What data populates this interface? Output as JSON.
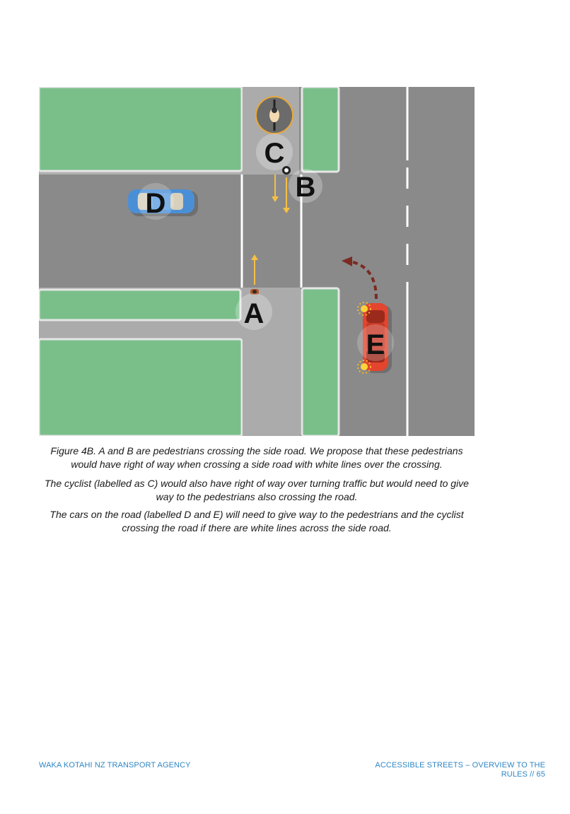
{
  "figure": {
    "labels": {
      "a": "A",
      "b": "B",
      "c": "C",
      "d": "D",
      "e": "E"
    },
    "colors": {
      "grass": "#7abf8a",
      "road": "#8a8a8a",
      "path": "#ababab",
      "arrow": "#f5c045",
      "turn_arrow": "#7a2b22",
      "car_d": "#4a8fd6",
      "car_e": "#e3452f"
    }
  },
  "captions": [
    "Figure 4B. A and B are pedestrians crossing the side road. We propose that these pedestrians would have right of way when crossing a side road with white lines over the crossing.",
    "The cyclist (labelled as C) would also have right of way over turning traffic but would need to give way to the pedestrians also crossing the road.",
    "The cars on the road (labelled D and E) will need to give way to the pedestrians and the cyclist crossing the road if there are white lines across the side road."
  ],
  "footer": {
    "left": "WAKA KOTAHI NZ TRANSPORT AGENCY",
    "right": "ACCESSIBLE STREETS – OVERVIEW TO THE RULES // 65"
  }
}
